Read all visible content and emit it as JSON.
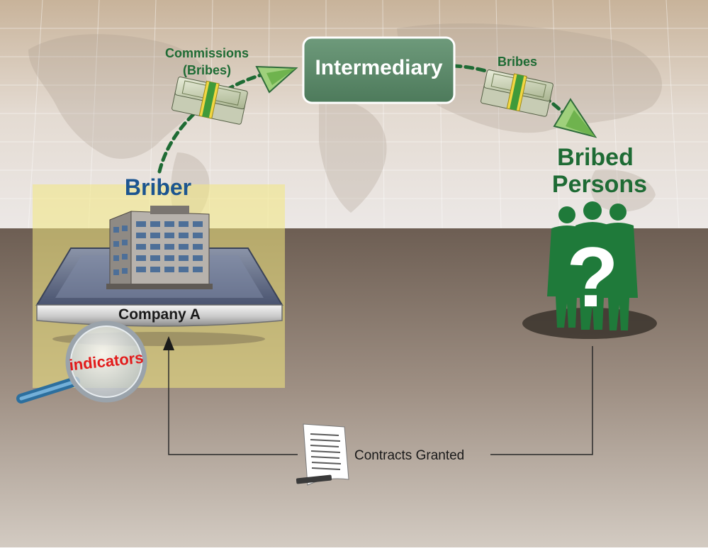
{
  "diagram": {
    "labels": {
      "commissions_line1": "Commissions",
      "commissions_line2": "(Bribes)",
      "intermediary": "Intermediary",
      "bribes": "Bribes",
      "briber": "Briber",
      "bribed_line1": "Bribed",
      "bribed_line2": "Persons",
      "company": "Company A",
      "indicators": "indicators",
      "contracts": "Contracts Granted"
    },
    "colors": {
      "green_text": "#1e6b34",
      "blue_text": "#1c5590",
      "intermediary_box": "#5e8c6b",
      "silhouette": "#1f7a3a",
      "indicator_red": "#e21b1b",
      "highlight": "#f2e880"
    }
  }
}
